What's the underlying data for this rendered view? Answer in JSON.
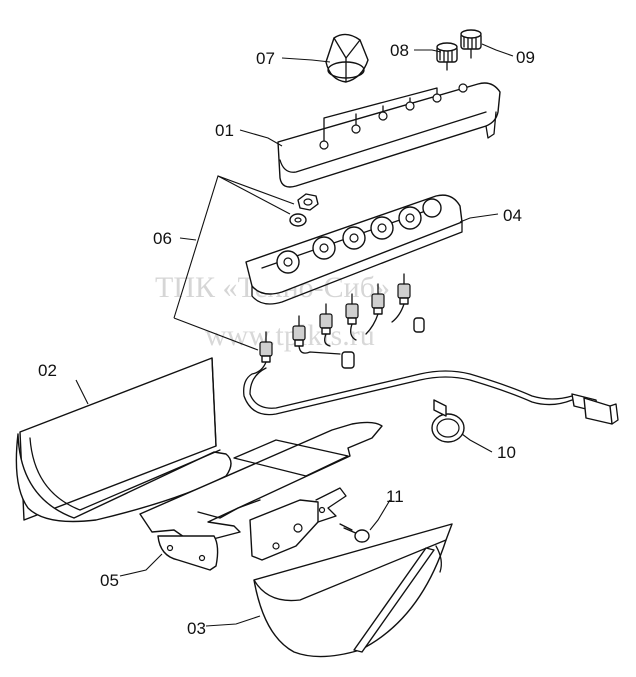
{
  "labels": {
    "l01": "01",
    "l02": "02",
    "l03": "03",
    "l04": "04",
    "l05": "05",
    "l06": "06",
    "l07": "07",
    "l08": "08",
    "l09": "09",
    "l10": "10",
    "l11": "11"
  },
  "watermark": {
    "line1": "ТПК «Техно-Сиб»",
    "line2": "www.tplkts.ru"
  }
}
